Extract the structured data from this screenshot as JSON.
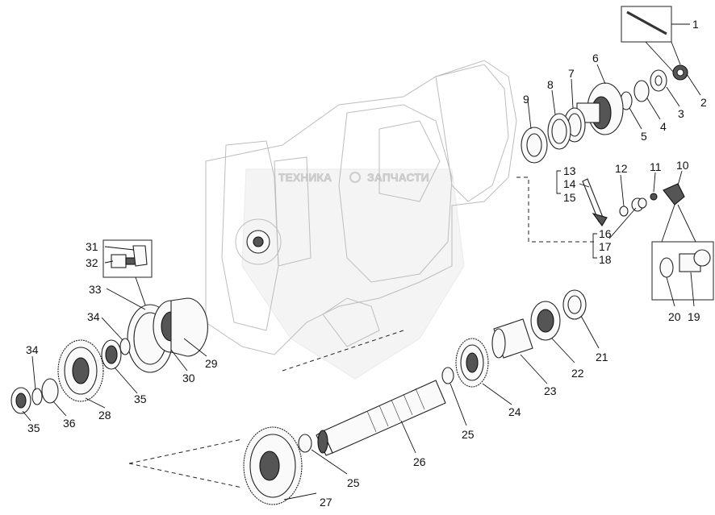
{
  "watermark": {
    "text_left": "ТЕХНИКА",
    "text_right": "ЗАПЧАСТИ"
  },
  "callouts": [
    {
      "id": "c1",
      "label": "1"
    },
    {
      "id": "c2",
      "label": "2"
    },
    {
      "id": "c3",
      "label": "3"
    },
    {
      "id": "c4",
      "label": "4"
    },
    {
      "id": "c5",
      "label": "5"
    },
    {
      "id": "c6",
      "label": "6"
    },
    {
      "id": "c7",
      "label": "7"
    },
    {
      "id": "c8",
      "label": "8"
    },
    {
      "id": "c9",
      "label": "9"
    },
    {
      "id": "c10",
      "label": "10"
    },
    {
      "id": "c11",
      "label": "11"
    },
    {
      "id": "c12",
      "label": "12"
    },
    {
      "id": "c13",
      "label": "13"
    },
    {
      "id": "c14",
      "label": "14"
    },
    {
      "id": "c15",
      "label": "15"
    },
    {
      "id": "c16",
      "label": "16"
    },
    {
      "id": "c17",
      "label": "17"
    },
    {
      "id": "c18",
      "label": "18"
    },
    {
      "id": "c19",
      "label": "19"
    },
    {
      "id": "c20",
      "label": "20"
    },
    {
      "id": "c21",
      "label": "21"
    },
    {
      "id": "c22",
      "label": "22"
    },
    {
      "id": "c23",
      "label": "23"
    },
    {
      "id": "c24",
      "label": "24"
    },
    {
      "id": "c25a",
      "label": "25"
    },
    {
      "id": "c25b",
      "label": "25"
    },
    {
      "id": "c26",
      "label": "26"
    },
    {
      "id": "c27",
      "label": "27"
    },
    {
      "id": "c28",
      "label": "28"
    },
    {
      "id": "c29",
      "label": "29"
    },
    {
      "id": "c30",
      "label": "30"
    },
    {
      "id": "c31",
      "label": "31"
    },
    {
      "id": "c32",
      "label": "32"
    },
    {
      "id": "c33",
      "label": "33"
    },
    {
      "id": "c34a",
      "label": "34"
    },
    {
      "id": "c34b",
      "label": "34"
    },
    {
      "id": "c35a",
      "label": "35"
    },
    {
      "id": "c35b",
      "label": "35"
    },
    {
      "id": "c36",
      "label": "36"
    }
  ]
}
